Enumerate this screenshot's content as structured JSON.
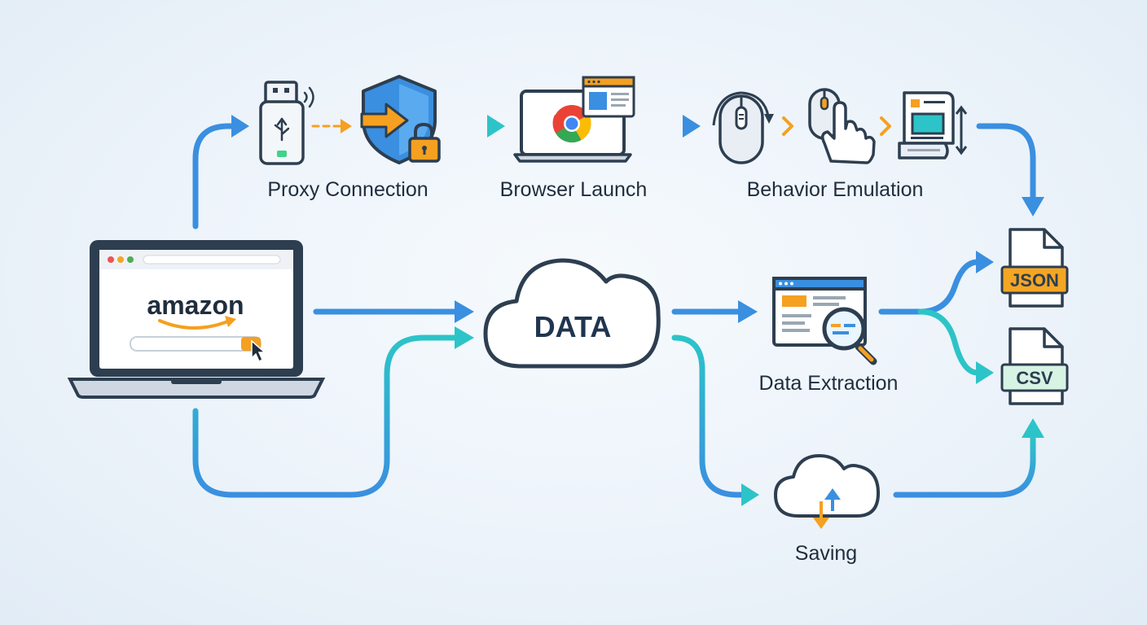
{
  "labels": {
    "proxy": "Proxy Connection",
    "browser": "Browser Launch",
    "behavior": "Behavior Emulation",
    "data": "DATA",
    "extraction": "Data Extraction",
    "saving": "Saving",
    "json": "JSON",
    "csv": "CSV",
    "logo": "amazon"
  },
  "colors": {
    "blue": "#3a8fe0",
    "teal": "#2cc4c8",
    "orange": "#f5a020",
    "navy": "#2d3e50",
    "json_tag": "#f5a623",
    "csv_tag": "#d7f3e4"
  },
  "icons": [
    "laptop-icon",
    "usb-proxy-icon",
    "shield-lock-icon",
    "browser-laptop-icon",
    "mouse-icon",
    "hand-cursor-icon",
    "scroll-page-icon",
    "cloud-icon",
    "search-page-icon",
    "cloud-sync-icon",
    "json-file-icon",
    "csv-file-icon"
  ]
}
